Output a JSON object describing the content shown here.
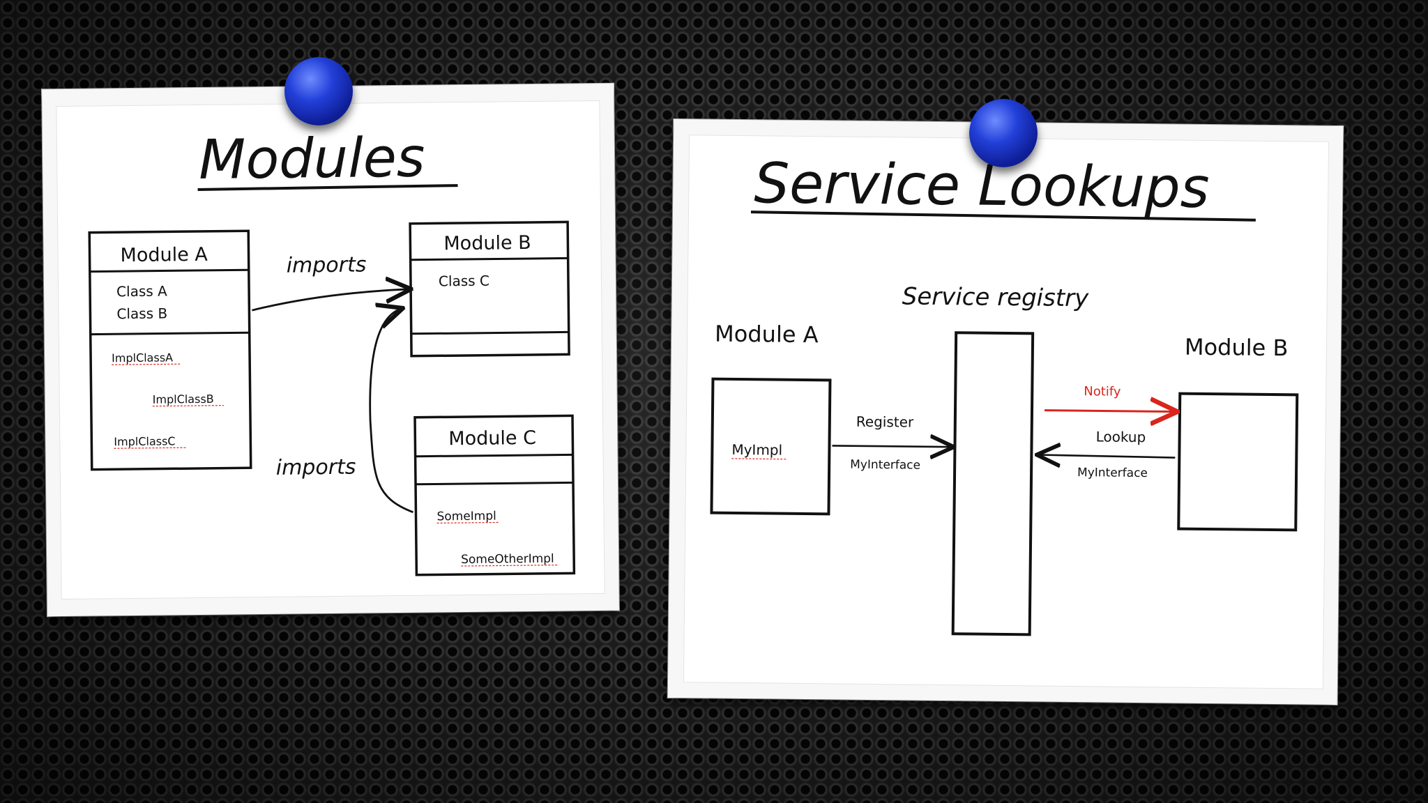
{
  "modules_card": {
    "title": "Modules",
    "module_a": {
      "name": "Module A",
      "classes": [
        "Class A",
        "Class B"
      ],
      "impls": [
        "ImplClassA",
        "ImplClassB",
        "ImplClassC"
      ]
    },
    "module_b": {
      "name": "Module B",
      "classes": [
        "Class C"
      ]
    },
    "module_c": {
      "name": "Module C",
      "impls": [
        "SomeImpl",
        "SomeOtherImpl"
      ]
    },
    "arrow_top_label": "imports",
    "arrow_bottom_label": "imports"
  },
  "services_card": {
    "title": "Service Lookups",
    "registry_label": "Service registry",
    "module_a": {
      "name": "Module A",
      "impl": "MyImpl"
    },
    "module_b": {
      "name": "Module B"
    },
    "register_label": "Register",
    "register_iface": "MyInterface",
    "notify_label": "Notify",
    "lookup_label": "Lookup",
    "lookup_iface": "MyInterface",
    "notify_color": "#d9251c"
  },
  "pin_color": "#1f3fd6"
}
